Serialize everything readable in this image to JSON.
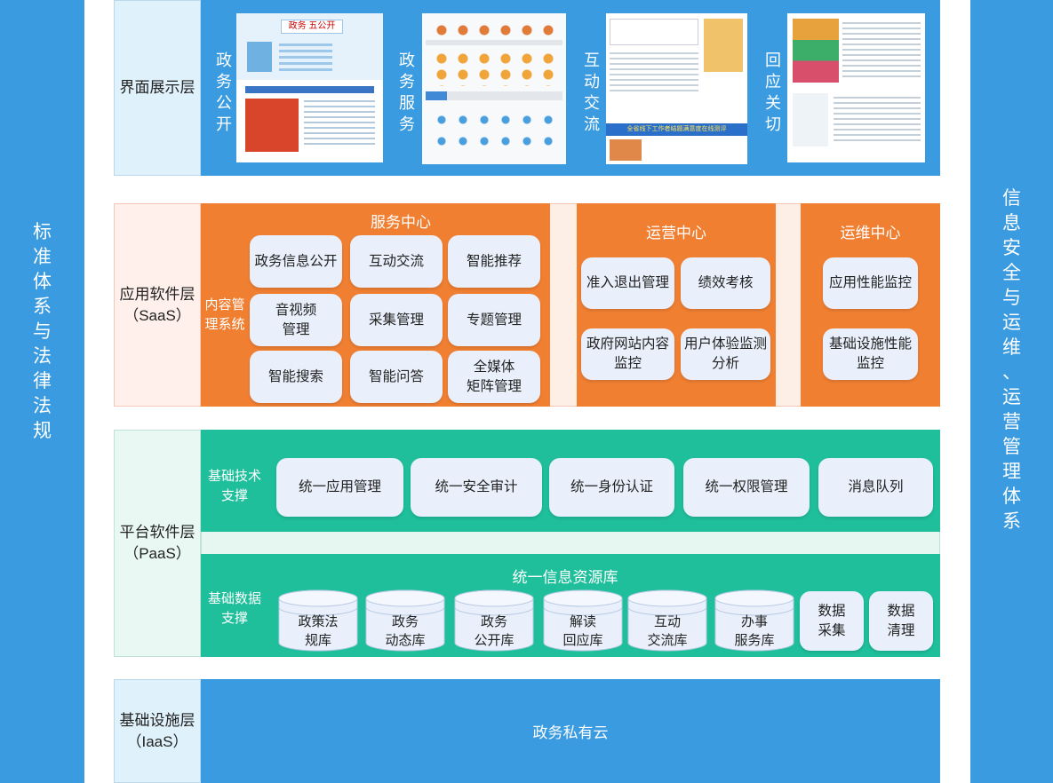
{
  "left_column": {
    "label": "标准体系与法律法规"
  },
  "right_column": {
    "label": "信息安全与运维、运营管理体系"
  },
  "layers": {
    "ui": {
      "label": "界面展示层",
      "panels": [
        {
          "caption": "政务公开",
          "thumb_title": "政务 五公开"
        },
        {
          "caption": "政务服务"
        },
        {
          "caption": "互动交流",
          "banner": "全省线下工作者结题满意度在线测评"
        },
        {
          "caption": "回应关切"
        }
      ]
    },
    "saas": {
      "label_line1": "应用软件层",
      "label_line2": "（SaaS）",
      "cms_label": "内容管理系统",
      "service_center": {
        "title": "服务中心",
        "items": [
          {
            "line1": "政务信息公开",
            "line2": ""
          },
          {
            "line1": "互动交流",
            "line2": ""
          },
          {
            "line1": "智能推荐",
            "line2": ""
          },
          {
            "line1": "音视频",
            "line2": "管理"
          },
          {
            "line1": "采集管理",
            "line2": ""
          },
          {
            "line1": "专题管理",
            "line2": ""
          },
          {
            "line1": "智能搜索",
            "line2": ""
          },
          {
            "line1": "智能问答",
            "line2": ""
          },
          {
            "line1": "全媒体",
            "line2": "矩阵管理"
          }
        ]
      },
      "operations_center": {
        "title": "运营中心",
        "items": [
          {
            "line1": "准入退出管理",
            "line2": ""
          },
          {
            "line1": "绩效考核",
            "line2": ""
          },
          {
            "line1": "政府网站内容",
            "line2": "监控"
          },
          {
            "line1": "用户体验监测",
            "line2": "分析"
          }
        ]
      },
      "maintenance_center": {
        "title": "运维中心",
        "items": [
          {
            "line1": "应用性能监控",
            "line2": ""
          },
          {
            "line1": "基础设施性能",
            "line2": "监控"
          }
        ]
      }
    },
    "paas": {
      "label_line1": "平台软件层",
      "label_line2": "（PaaS）",
      "tech_support": {
        "label": "基础技术支撑",
        "items": [
          "统一应用管理",
          "统一安全审计",
          "统一身份认证",
          "统一权限管理",
          "消息队列"
        ]
      },
      "data_support": {
        "label": "基础数据支撑",
        "title": "统一信息资源库",
        "databases": [
          {
            "line1": "政策法",
            "line2": "规库"
          },
          {
            "line1": "政务",
            "line2": "动态库"
          },
          {
            "line1": "政务",
            "line2": "公开库"
          },
          {
            "line1": "解读",
            "line2": "回应库"
          },
          {
            "line1": "互动",
            "line2": "交流库"
          },
          {
            "line1": "办事",
            "line2": "服务库"
          }
        ],
        "tools": [
          {
            "line1": "数据",
            "line2": "采集"
          },
          {
            "line1": "数据",
            "line2": "清理"
          }
        ]
      }
    },
    "iaas": {
      "label_line1": "基础设施层",
      "label_line2": "（IaaS）",
      "content": "政务私有云"
    }
  },
  "colors": {
    "blue": "#3a9be0",
    "orange": "#f07f32",
    "teal": "#1fbf9c",
    "pill": "#e9f0fb",
    "light_blue_label": "#dff1fb"
  }
}
